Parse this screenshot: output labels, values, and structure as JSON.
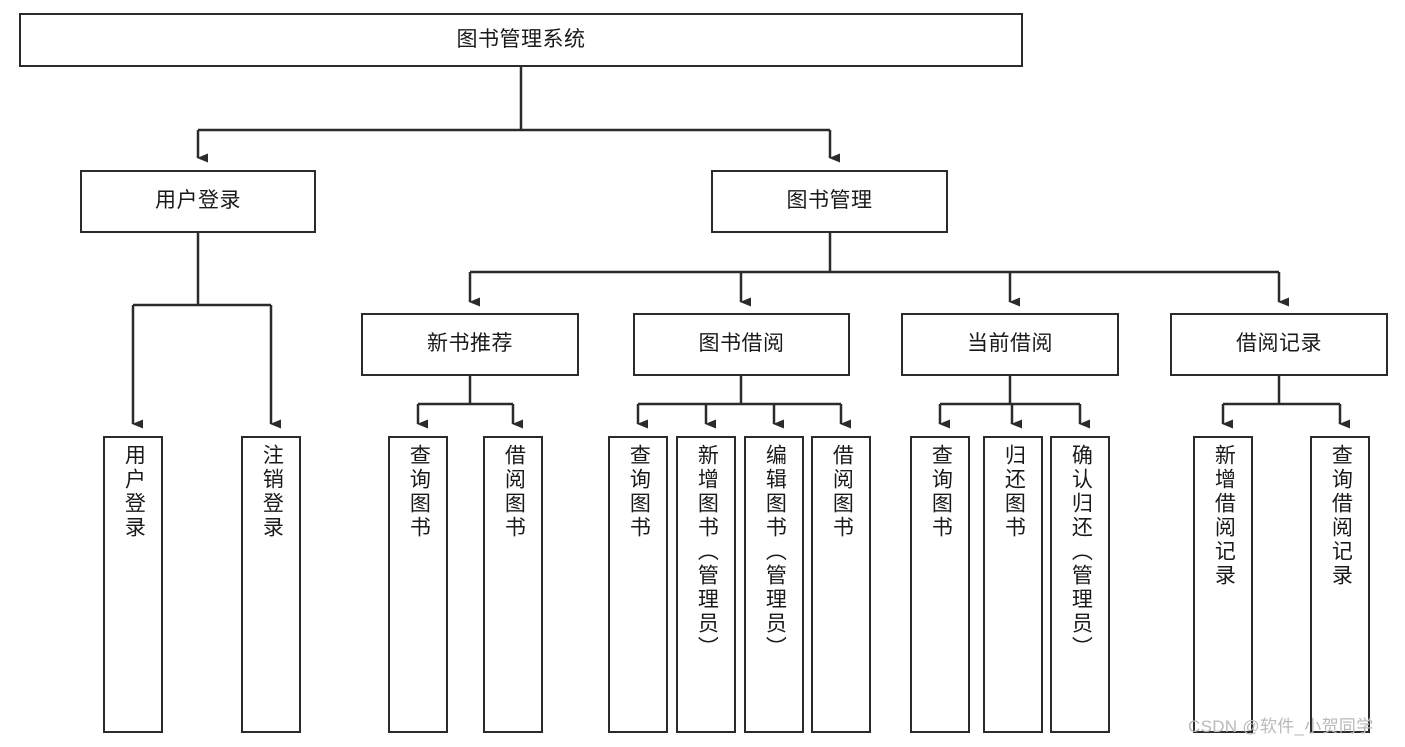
{
  "diagram": {
    "title": "图书管理系统",
    "type": "hierarchy-tree",
    "watermark": "CSDN @软件_小贺同学",
    "colors": {
      "line": "#2b2b2b",
      "box_border": "#2b2b2b",
      "box_fill": "#ffffff",
      "text": "#1a1a1a",
      "watermark": "#b9b9b9"
    },
    "levels": {
      "level1": [
        {
          "id": "root",
          "label": "图书管理系统"
        }
      ],
      "level2": [
        {
          "id": "user-login",
          "label": "用户登录"
        },
        {
          "id": "book-management",
          "label": "图书管理"
        }
      ],
      "level3": [
        {
          "id": "new-book-recommend",
          "label": "新书推荐",
          "parent": "book-management"
        },
        {
          "id": "book-borrow",
          "label": "图书借阅",
          "parent": "book-management"
        },
        {
          "id": "current-borrow",
          "label": "当前借阅",
          "parent": "book-management"
        },
        {
          "id": "borrow-record",
          "label": "借阅记录",
          "parent": "book-management"
        }
      ],
      "leaves": [
        {
          "id": "leaf-user-login",
          "label": "用户登录",
          "parent": "user-login"
        },
        {
          "id": "leaf-logout-login",
          "label": "注销登录",
          "parent": "user-login"
        },
        {
          "id": "leaf-query-book-1",
          "label": "查询图书",
          "parent": "new-book-recommend"
        },
        {
          "id": "leaf-borrow-book-1",
          "label": "借阅图书",
          "parent": "new-book-recommend"
        },
        {
          "id": "leaf-query-book-2",
          "label": "查询图书",
          "parent": "book-borrow"
        },
        {
          "id": "leaf-add-book",
          "label": "新增图书（管理员）",
          "parent": "book-borrow"
        },
        {
          "id": "leaf-edit-book",
          "label": "编辑图书（管理员）",
          "parent": "book-borrow"
        },
        {
          "id": "leaf-borrow-book-2",
          "label": "借阅图书",
          "parent": "book-borrow"
        },
        {
          "id": "leaf-query-book-3",
          "label": "查询图书",
          "parent": "current-borrow"
        },
        {
          "id": "leaf-return-book",
          "label": "归还图书",
          "parent": "current-borrow"
        },
        {
          "id": "leaf-confirm-return",
          "label": "确认归还（管理员）",
          "parent": "current-borrow"
        },
        {
          "id": "leaf-add-record",
          "label": "新增借阅记录",
          "parent": "borrow-record"
        },
        {
          "id": "leaf-query-record",
          "label": "查询借阅记录",
          "parent": "borrow-record"
        }
      ]
    }
  }
}
